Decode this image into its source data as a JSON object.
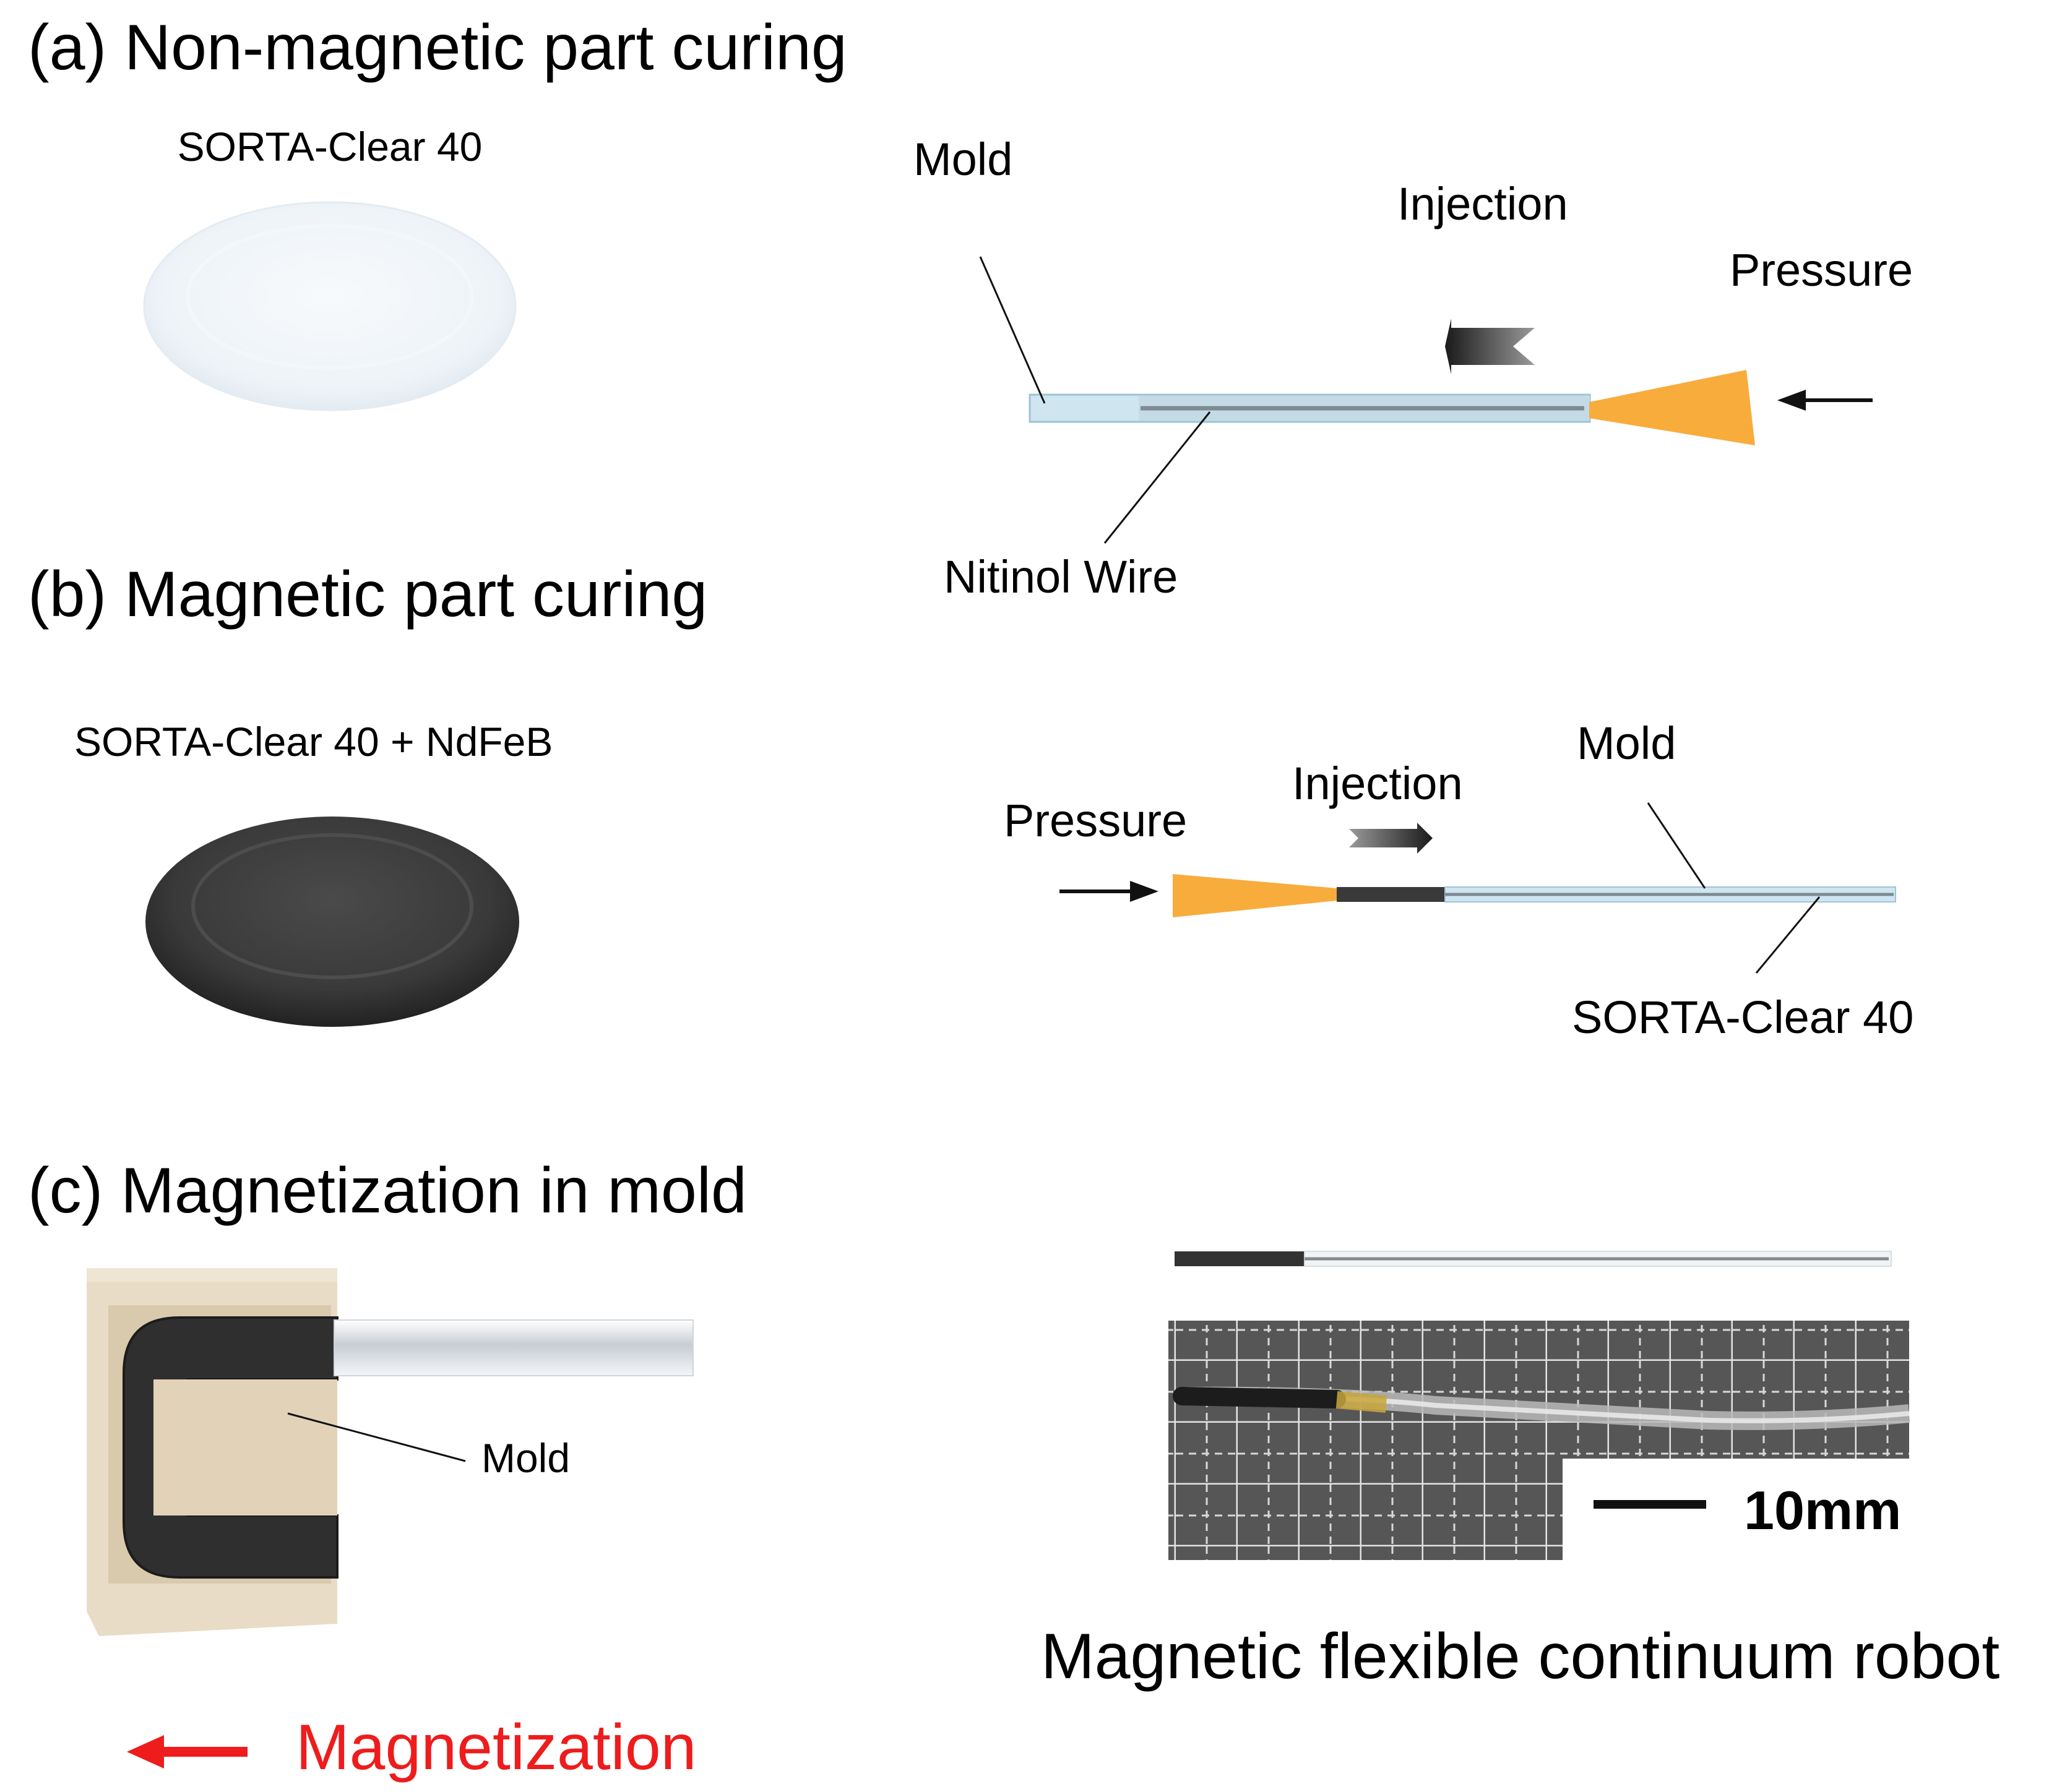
{
  "panels": {
    "a": {
      "title": "(a) Non-magnetic part curing",
      "material": "SORTA-Clear 40",
      "mold": "Mold",
      "injection": "Injection",
      "pressure": "Pressure",
      "wire": "Nitinol Wire"
    },
    "b": {
      "title": "(b) Magnetic part curing",
      "material": "SORTA-Clear 40 + NdFeB",
      "pressure": "Pressure",
      "injection": "Injection",
      "mold": "Mold",
      "filler": "SORTA-Clear 40"
    },
    "c": {
      "title": "(c) Magnetization in mold",
      "mold": "Mold",
      "magnetization": "Magnetization",
      "scale": "10mm",
      "caption": "Magnetic flexible continuum robot"
    }
  },
  "colors": {
    "clear_silicone": "#eef3f8",
    "ndfeb_silicone": "#3a3a3a",
    "mold_tube": "#cfe6f0",
    "nozzle": "#f8ac3c",
    "mold_block": "#e9dcc6",
    "magnet": "#2f2f2f",
    "magnetization_arrow": "#ee1c1c"
  },
  "icons": {
    "arrow": "arrow-icon",
    "flow": "injection-flow-icon"
  }
}
